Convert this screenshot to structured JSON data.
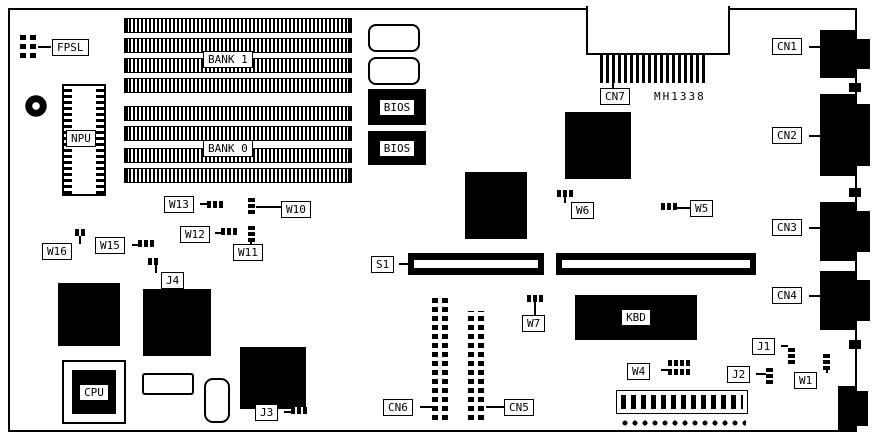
{
  "board": {
    "part_number": "MH1338"
  },
  "colors": {
    "board_bg": "#ffffff",
    "ink": "#000000"
  },
  "memory": {
    "bank1": "BANK 1",
    "bank0": "BANK 0"
  },
  "chips": {
    "npu": "NPU",
    "cpu": "CPU",
    "bios_top": "BIOS",
    "bios_bottom": "BIOS",
    "kbd": "KBD"
  },
  "connectors": {
    "fpsl": "FPSL",
    "cn1": "CN1",
    "cn2": "CN2",
    "cn3": "CN3",
    "cn4": "CN4",
    "cn5": "CN5",
    "cn6": "CN6",
    "cn7": "CN7"
  },
  "slots": {
    "s1": "S1"
  },
  "jumpers": {
    "w1": "W1",
    "w4": "W4",
    "w5": "W5",
    "w6": "W6",
    "w7": "W7",
    "w10": "W10",
    "w11": "W11",
    "w12": "W12",
    "w13": "W13",
    "w15": "W15",
    "w16": "W16",
    "j1": "J1",
    "j2": "J2",
    "j3": "J3",
    "j4": "J4"
  }
}
